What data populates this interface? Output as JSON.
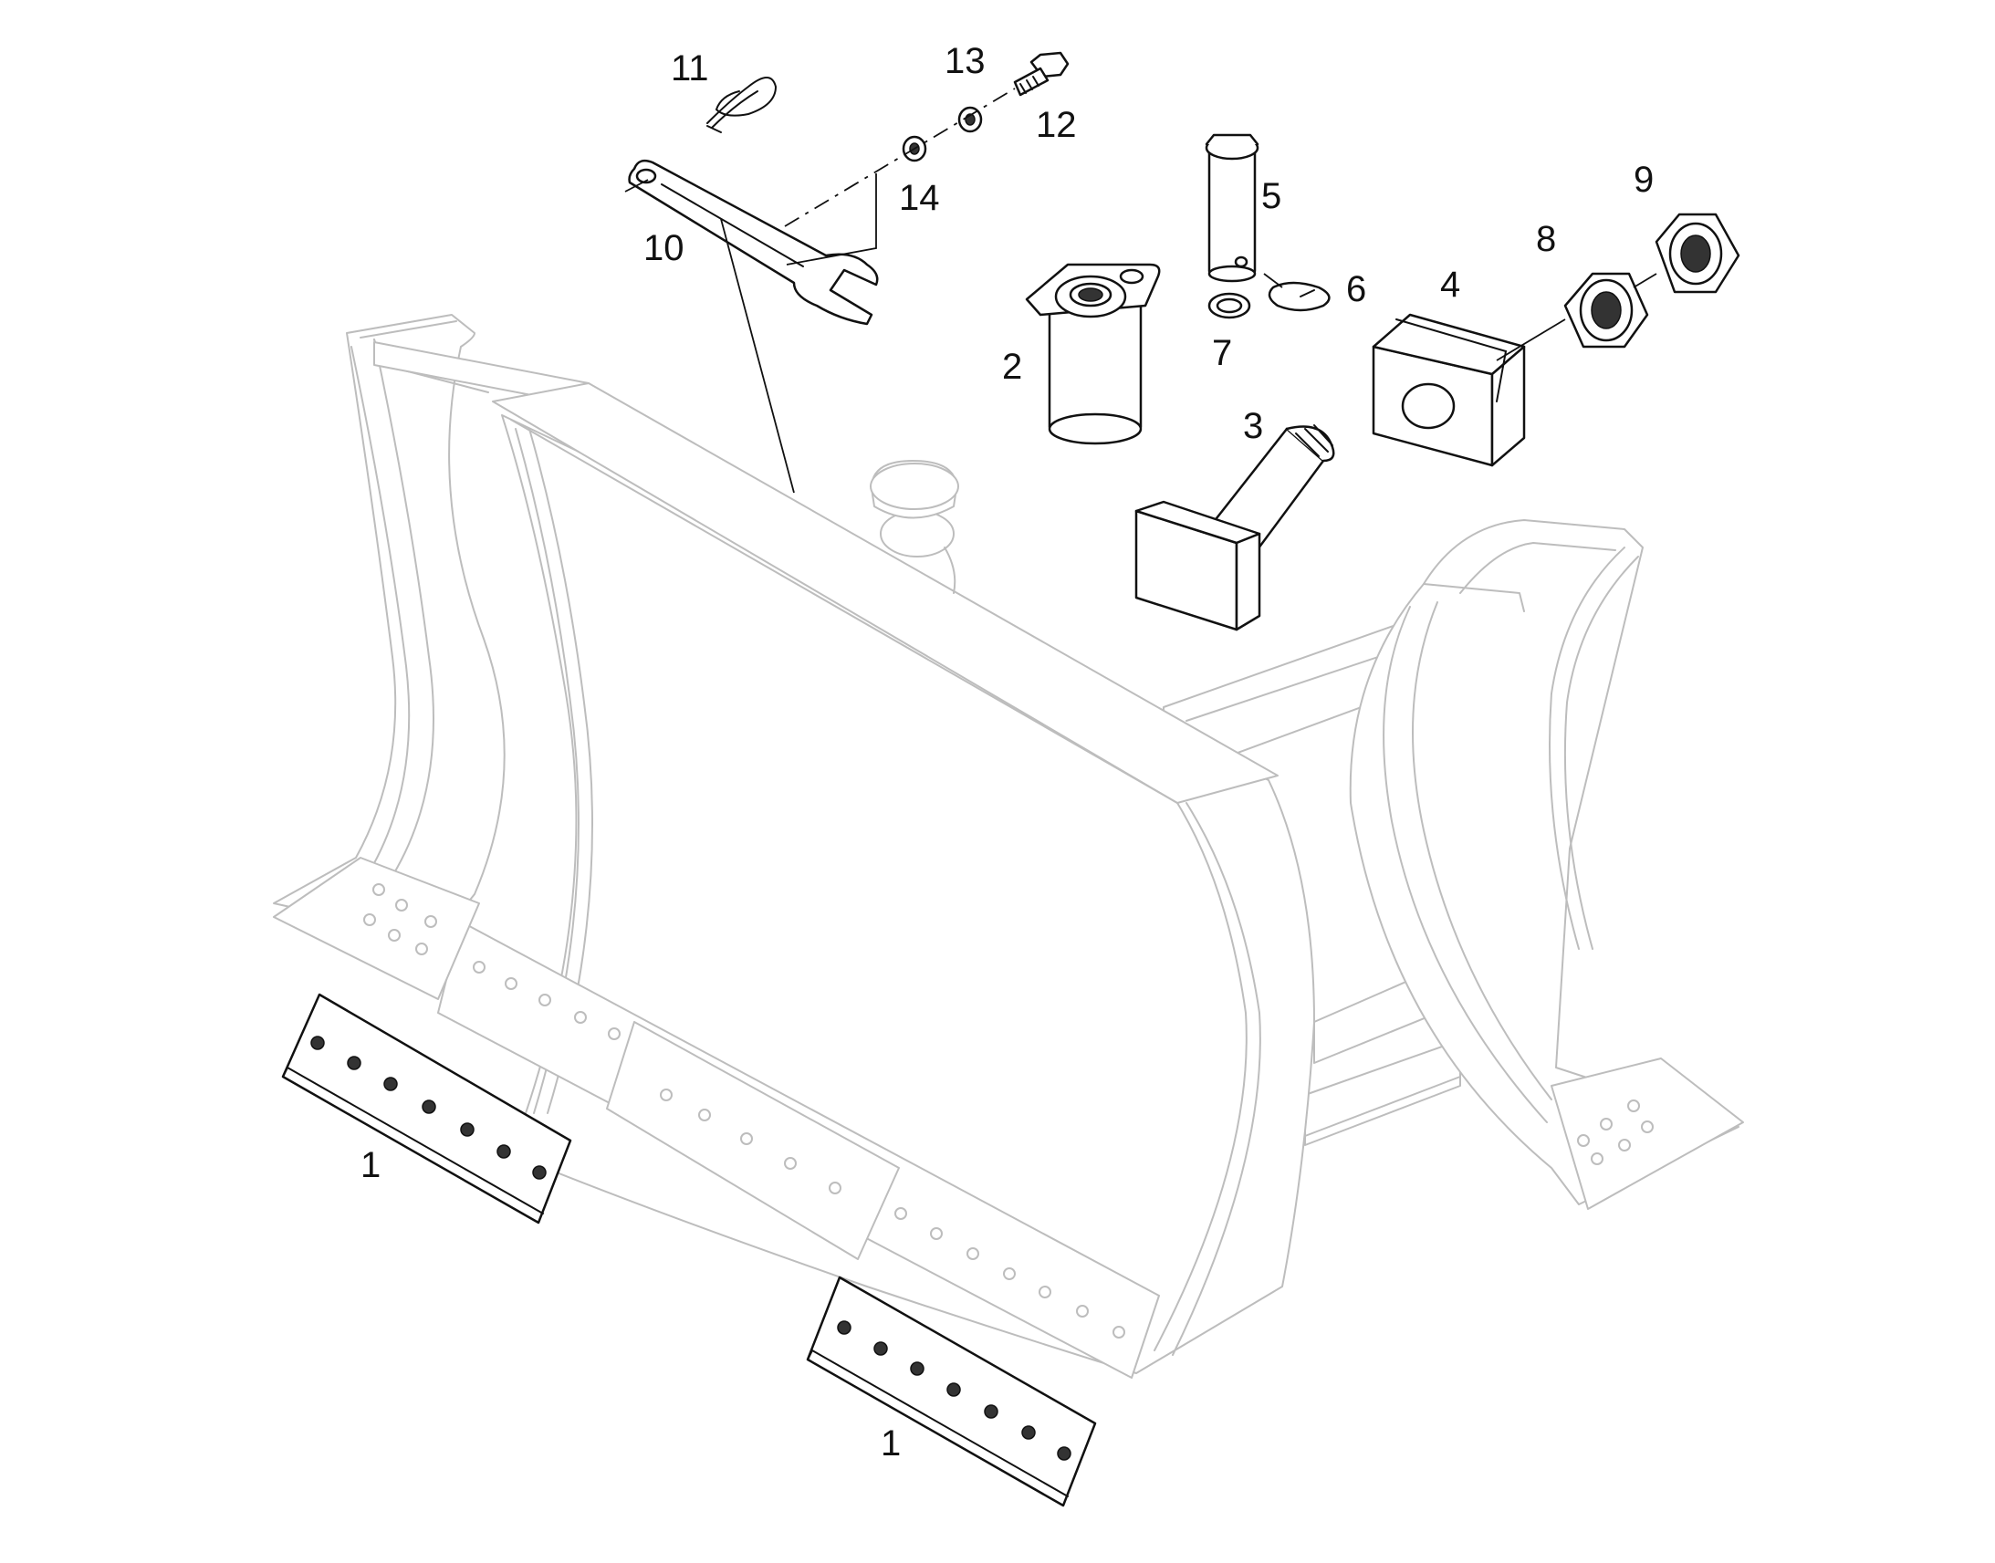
{
  "callouts": {
    "c1a": "1",
    "c1b": "1",
    "c2": "2",
    "c3": "3",
    "c4": "4",
    "c5": "5",
    "c6": "6",
    "c7": "7",
    "c8": "8",
    "c9": "9",
    "c10": "10",
    "c11": "11",
    "c12": "12",
    "c13": "13",
    "c14": "14"
  },
  "colors": {
    "outline": "#111111",
    "assembly_ghost": "#bdbdbd",
    "background": "#ffffff"
  }
}
